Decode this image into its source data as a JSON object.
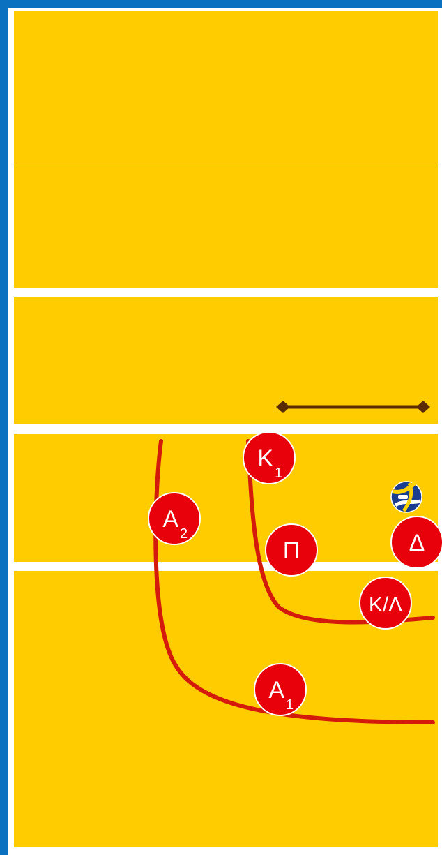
{
  "colors": {
    "frame": "#0a70c0",
    "court": "#ffcc00",
    "line": "#ffffff",
    "path": "#d41a0a",
    "player": "#e8000b",
    "net": "#5a2a00"
  },
  "players": [
    {
      "id": "k1",
      "label": "K",
      "sub": "1"
    },
    {
      "id": "a2",
      "label": "A",
      "sub": "2"
    },
    {
      "id": "p",
      "label": "Π",
      "sub": ""
    },
    {
      "id": "d",
      "label": "Δ",
      "sub": ""
    },
    {
      "id": "kl",
      "label": "K/Λ",
      "sub": ""
    },
    {
      "id": "a1",
      "label": "A",
      "sub": "1"
    }
  ],
  "ball": {
    "icon": "volleyball-icon"
  },
  "net": {
    "icon": "net-bar-icon"
  }
}
